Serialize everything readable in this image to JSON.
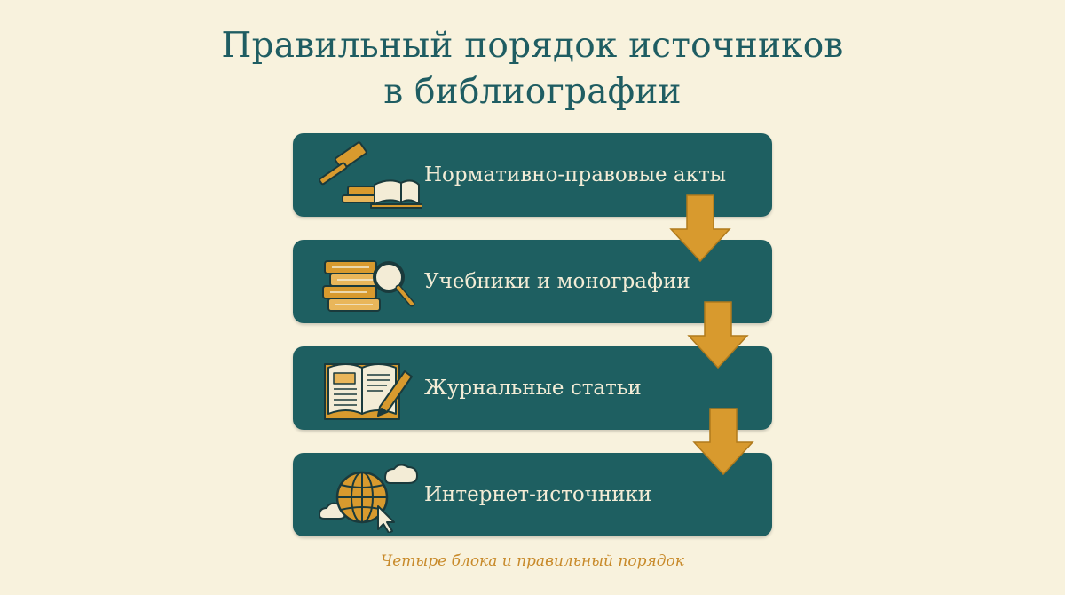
{
  "title": {
    "line1": "Правильный порядок источников",
    "line2": "в библиографии"
  },
  "steps": [
    {
      "label": "Нормативно-правовые акты",
      "icon": "gavel-book-icon"
    },
    {
      "label": "Учебники и монографии",
      "icon": "books-magnifier-icon"
    },
    {
      "label": "Журнальные статьи",
      "icon": "open-journal-pen-icon"
    },
    {
      "label": "Интернет-источники",
      "icon": "globe-cursor-icon"
    }
  ],
  "caption": "Четыре блока и правильный порядок",
  "colors": {
    "background": "#f8f2dd",
    "block": "#1e5f61",
    "title": "#1f5d62",
    "accent": "#d89a2e",
    "text_on_block": "#f3ecd6"
  }
}
